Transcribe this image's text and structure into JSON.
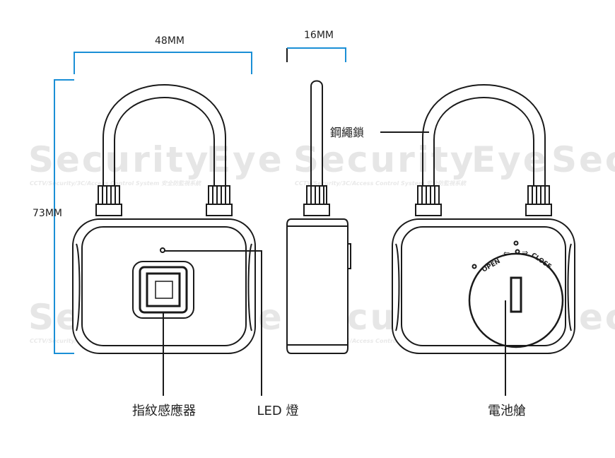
{
  "dimensions": {
    "width_label": "48MM",
    "depth_label": "16MM",
    "height_label": "73MM"
  },
  "callouts": {
    "cable": "鋼繩鎖",
    "fingerprint": "指紋感應器",
    "led": "LED 燈",
    "battery": "電池艙"
  },
  "battery_cover": {
    "open_text": "OPEN",
    "close_text": "CLOSE"
  },
  "watermark": {
    "brand": "Security",
    "brand_eye": "Eye",
    "tagline": "CCTV/Security/3C/Access Control System 安全防監視系統"
  },
  "colors": {
    "dimension_line": "#1a8fd6",
    "outline": "#1a1a1a",
    "watermark": "#e6e6e6"
  }
}
